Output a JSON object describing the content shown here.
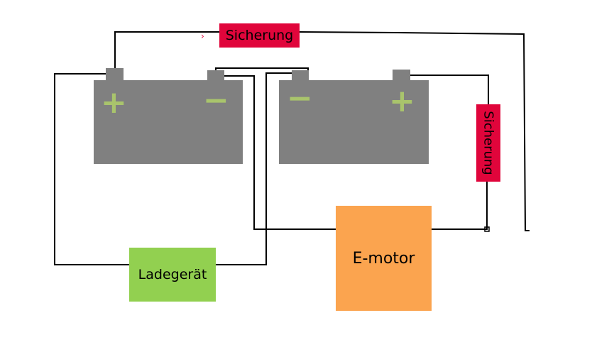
{
  "labels": {
    "fuse_top": "Sicherung",
    "fuse_right": "Sicherung",
    "charger": "Ladegerät",
    "motor": "E-motor"
  },
  "symbols": {
    "battery_left_plus": "+",
    "battery_left_minus": "−",
    "battery_right_minus": "−",
    "battery_right_plus": "+"
  },
  "colors": {
    "battery": "#808080",
    "terminal_symbol": "#a9c46c",
    "fuse": "#e0053b",
    "charger": "#92d050",
    "motor": "#fba44f",
    "wire": "#000000"
  }
}
